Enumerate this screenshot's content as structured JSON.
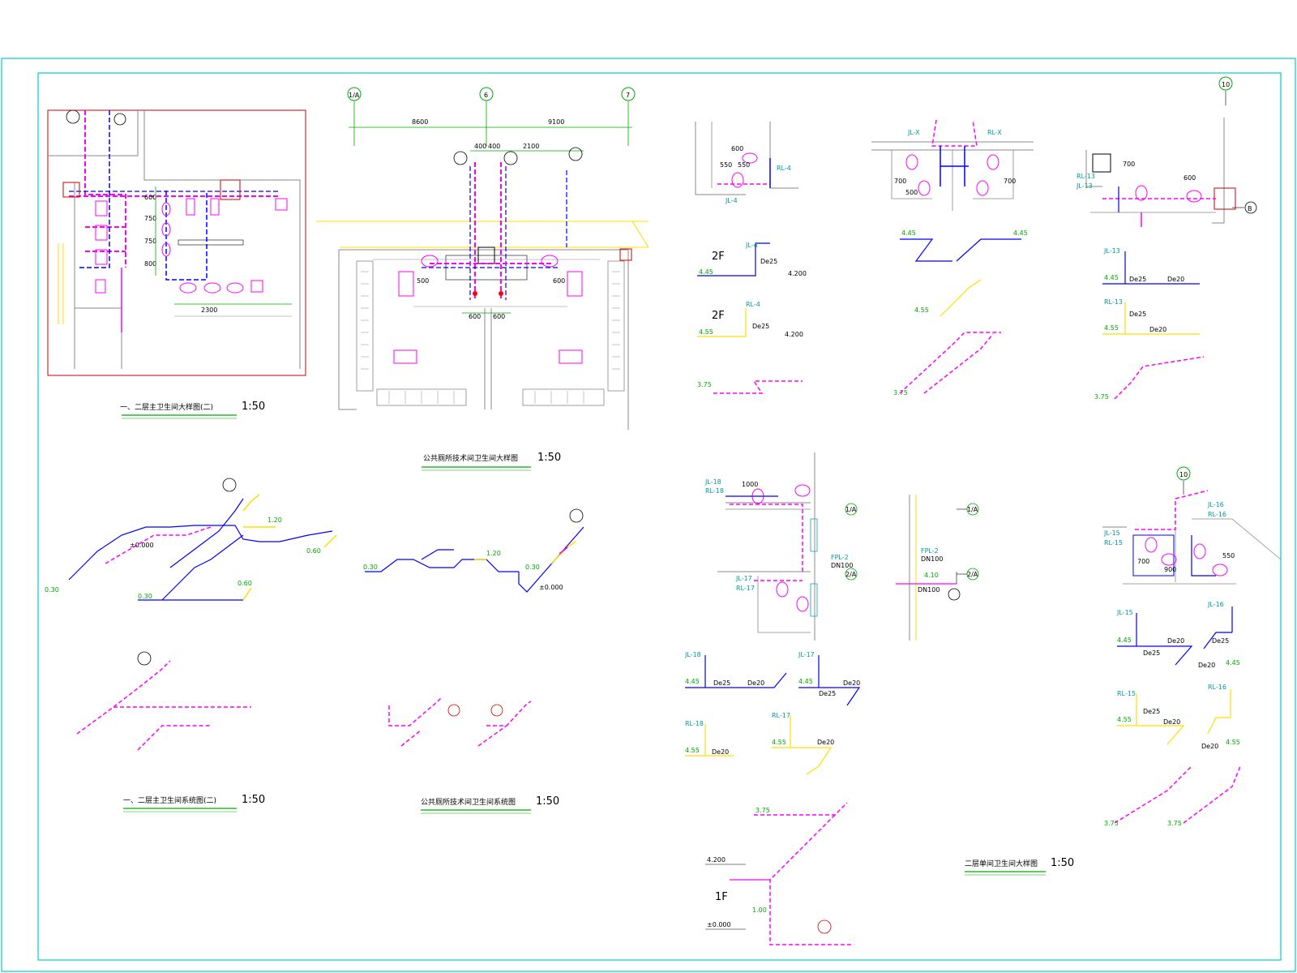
{
  "colors": {
    "frame": "#00cccc",
    "pipe_drain": "#ff00ff",
    "pipe_supply": "#0000ff",
    "pipe_hot": "#ffdd00",
    "dim": "#00aa00",
    "label_cyan": "#00aaaa",
    "label_red": "#ff0000",
    "wall": "#888888"
  },
  "titles": {
    "t1": "一、二层主卫生间大样图(二)",
    "t2": "公共厕所技术间卫生间大样图",
    "t3": "一、二层主卫生间系统图(二)",
    "t4": "公共厕所技术间卫生间系统图",
    "t5": "二层单间卫生间大样图",
    "scale": "1:50"
  },
  "grid": {
    "a1": "1/A",
    "a2": "6",
    "a3": "7",
    "a4": "10",
    "b": "B",
    "a5": "1/A",
    "a6": "2/A"
  },
  "dims": {
    "d8600": "8600",
    "d9100": "9100",
    "d400a": "400",
    "d400b": "400",
    "d2100": "2100",
    "d600": "600",
    "d750a": "750",
    "d750b": "750",
    "d800": "800",
    "d2300": "2300",
    "d500": "500",
    "d600b": "600",
    "d600c": "600",
    "d600d": "600",
    "d600e": "600",
    "d550a": "550",
    "d550b": "550",
    "d700": "700",
    "d500b": "500",
    "d1000": "1000",
    "d700b": "700",
    "d700c": "700",
    "d600f": "600",
    "d900": "900",
    "d550c": "550"
  },
  "levels": {
    "l445": "4.45",
    "l455": "4.55",
    "l375": "3.75",
    "l4200": "4.200",
    "l120": "1.20",
    "l030": "0.30",
    "l000": "±0.000",
    "l060": "0.60",
    "l410": "4.10",
    "l100": "1.00"
  },
  "floor": {
    "f2": "2F",
    "f1": "1F"
  },
  "pipes": {
    "de25": "De25",
    "de20": "De20",
    "dn100": "DN100",
    "jl4": "JL-4",
    "rl4": "RL-4",
    "jlx": "JL-X",
    "rlx": "RL-X",
    "jl13": "JL-13",
    "rl13": "RL-13",
    "jl16": "JL-16",
    "rl16": "RL-16",
    "jl15": "JL-15",
    "rl15": "RL-15",
    "jl18": "JL-18",
    "rl18": "RL-18",
    "jl17": "JL-17",
    "rl17": "RL-17",
    "fpl2": "FPL-2"
  }
}
